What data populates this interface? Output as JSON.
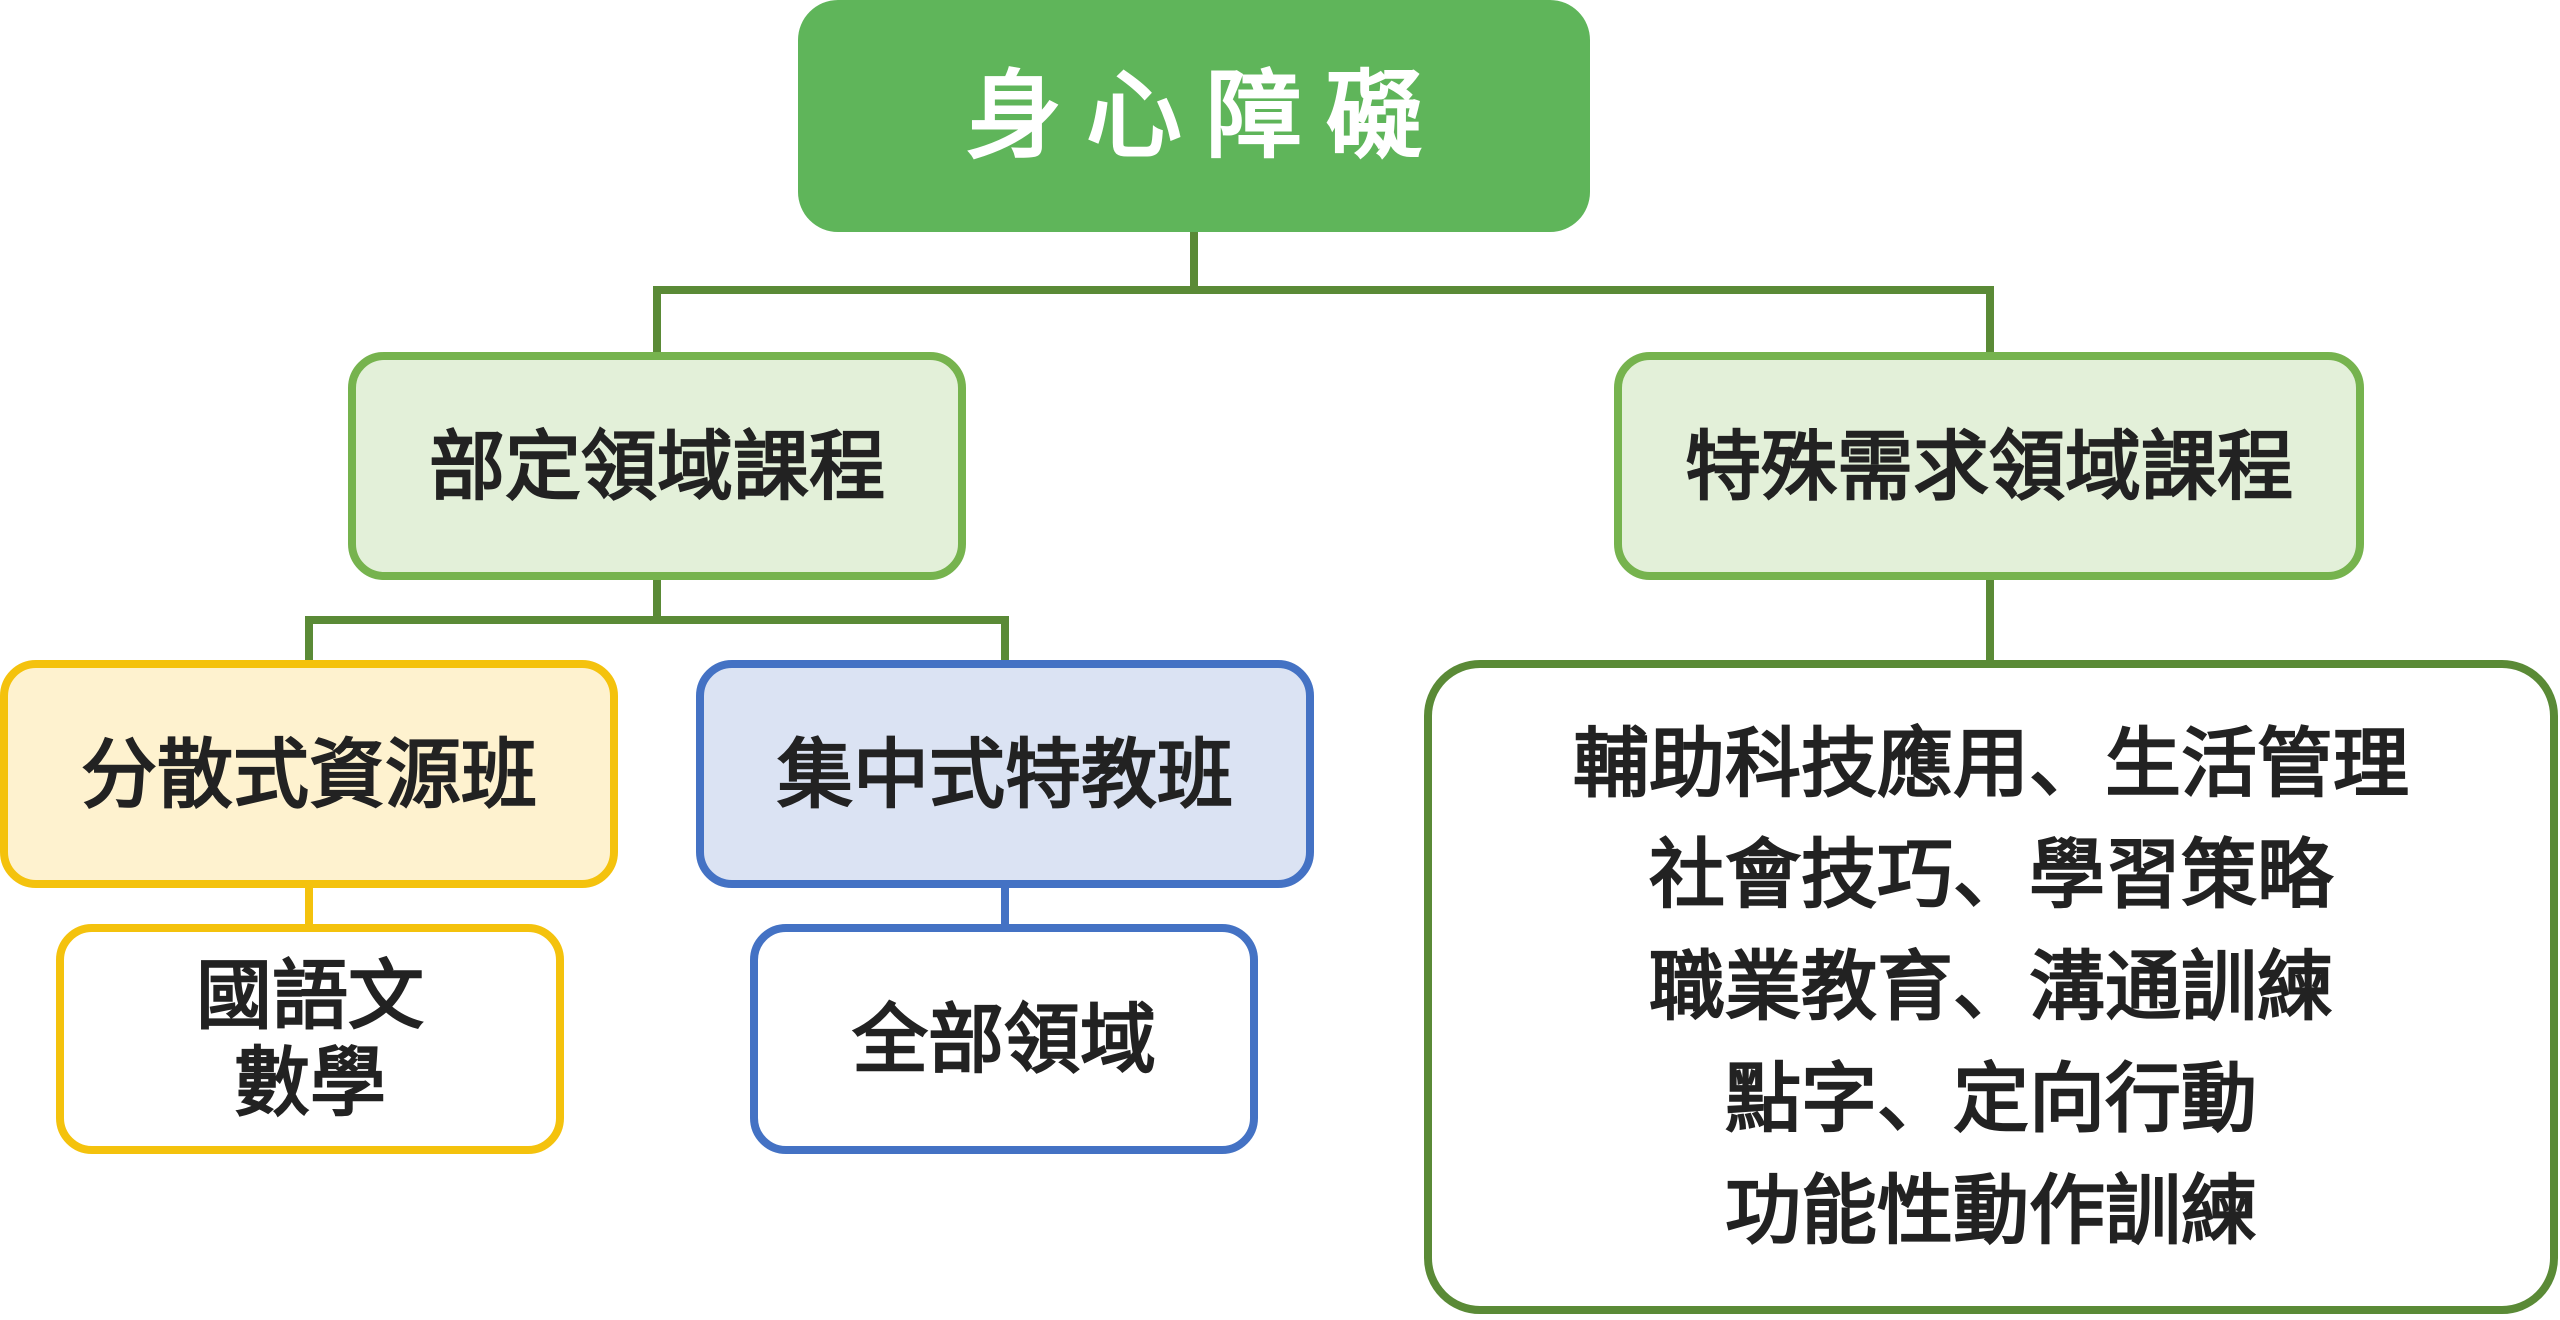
{
  "root": {
    "label": "身心障礙"
  },
  "branches": {
    "general": {
      "label": "部定領域課程"
    },
    "special": {
      "label": "特殊需求領域課程"
    }
  },
  "placements": {
    "resource": {
      "label": "分散式資源班",
      "subjects": [
        "國語文",
        "數學"
      ]
    },
    "centralized": {
      "label": "集中式特教班",
      "subjects": [
        "全部領域"
      ]
    }
  },
  "special_subjects": [
    "輔助科技應用、生活管理",
    "社會技巧、學習策略",
    "職業教育、溝通訓練",
    "點字、定向行動",
    "功能性動作訓練"
  ],
  "colors": {
    "connector": "#5a8a36",
    "root_fill": "#5fb55a",
    "branch_fill": "#e3f0d9",
    "branch_border": "#76b34e",
    "resource_fill": "#fef2cf",
    "resource_border": "#f4c20d",
    "centralized_fill": "#dbe3f3",
    "centralized_border": "#4472c4"
  }
}
